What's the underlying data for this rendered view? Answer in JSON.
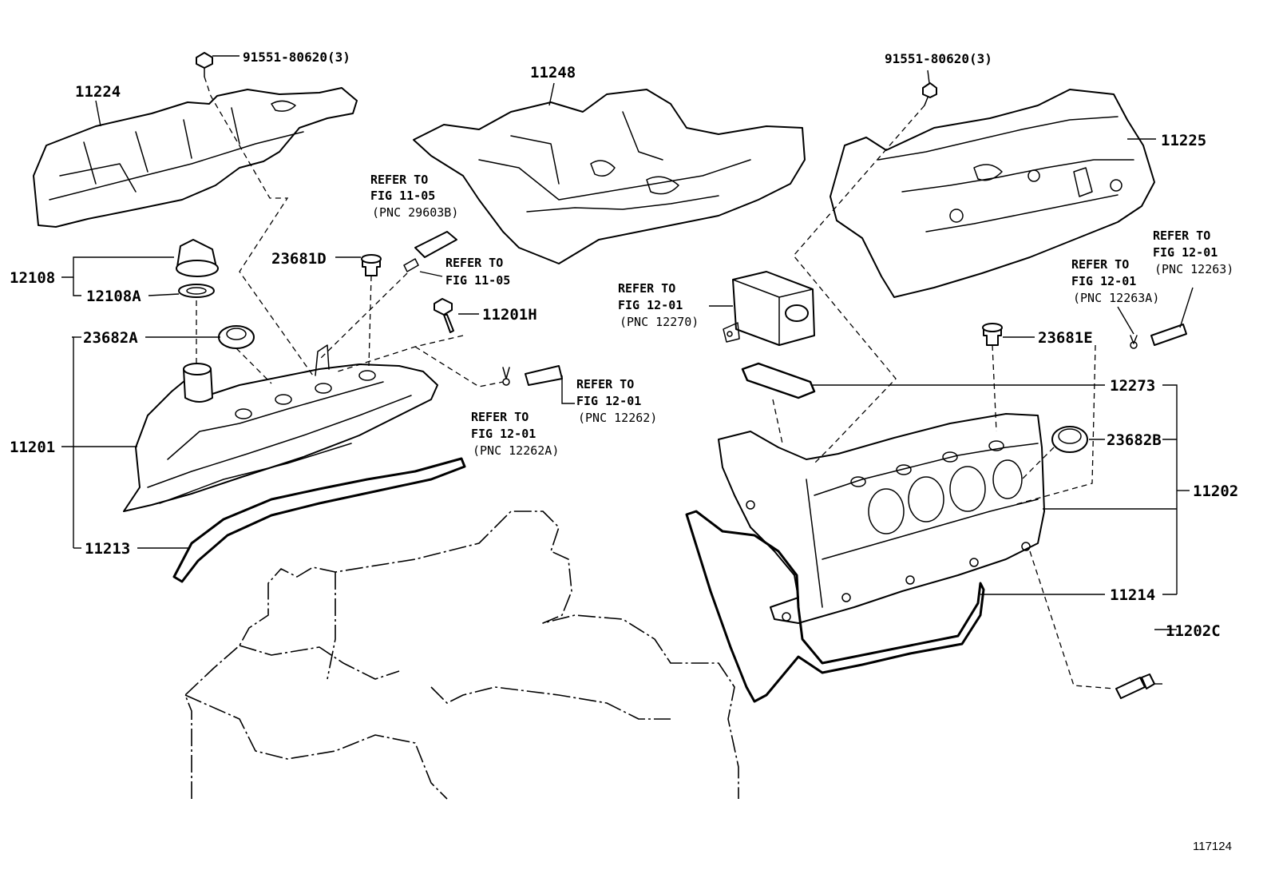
{
  "part_numbers": {
    "bolt_left": "91551-80620(3)",
    "bolt_right": "91551-80620(3)",
    "cover_left": "11224",
    "cover_center": "11248",
    "cover_right": "11225",
    "cap_assy": "12108",
    "cap_gasket": "12108A",
    "grommet_d": "23681D",
    "bolt_h": "11201H",
    "plug_a": "23682A",
    "head_cover_left": "11201",
    "gasket_left": "11213",
    "grommet_e": "23681E",
    "gasket_12273": "12273",
    "plug_b": "23682B",
    "head_cover_right": "11202",
    "gasket_right": "11214",
    "stud_c": "11202C"
  },
  "references": {
    "ref_29603b": [
      "REFER TO",
      "FIG 11-05",
      "(PNC 29603B)"
    ],
    "ref_1105": [
      "REFER TO",
      "FIG 11-05"
    ],
    "ref_12262": [
      "REFER TO",
      "FIG 12-01",
      "(PNC 12262)"
    ],
    "ref_12262a": [
      "REFER TO",
      "FIG 12-01",
      "(PNC 12262A)"
    ],
    "ref_12270": [
      "REFER TO",
      "FIG 12-01",
      "(PNC 12270)"
    ],
    "ref_12263a": [
      "REFER TO",
      "FIG 12-01",
      "(PNC 12263A)"
    ],
    "ref_12263": [
      "REFER TO",
      "FIG 12-01",
      "(PNC 12263)"
    ]
  },
  "figure_number": "117124"
}
